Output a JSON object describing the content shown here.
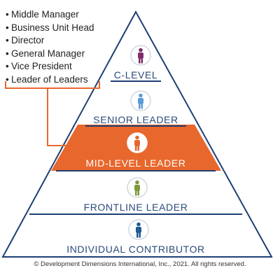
{
  "bullets": [
    "Middle Manager",
    "Business Unit Head",
    "Director",
    "General Manager",
    "Vice President",
    "Leader of Leaders"
  ],
  "levels": [
    {
      "label": "C-LEVEL",
      "icon": "person-icon",
      "color": "#7b2d6e"
    },
    {
      "label": "SENIOR LEADER",
      "icon": "person-icon",
      "color": "#5b9bd5"
    },
    {
      "label": "MID-LEVEL LEADER",
      "icon": "person-icon",
      "color": "#e8672c",
      "highlighted": true
    },
    {
      "label": "FRONTLINE LEADER",
      "icon": "person-icon",
      "color": "#7a9a3a"
    },
    {
      "label": "INDIVIDUAL CONTRIBUTOR",
      "icon": "person-icon",
      "color": "#1f5a96"
    }
  ],
  "colors": {
    "outline": "#1f3f73",
    "text": "#2a4a7a",
    "highlight": "#e8672c",
    "highlight_text": "#ffffff"
  },
  "copyright": "© Development Dimensions International, Inc., 2021.  All rights reserved."
}
